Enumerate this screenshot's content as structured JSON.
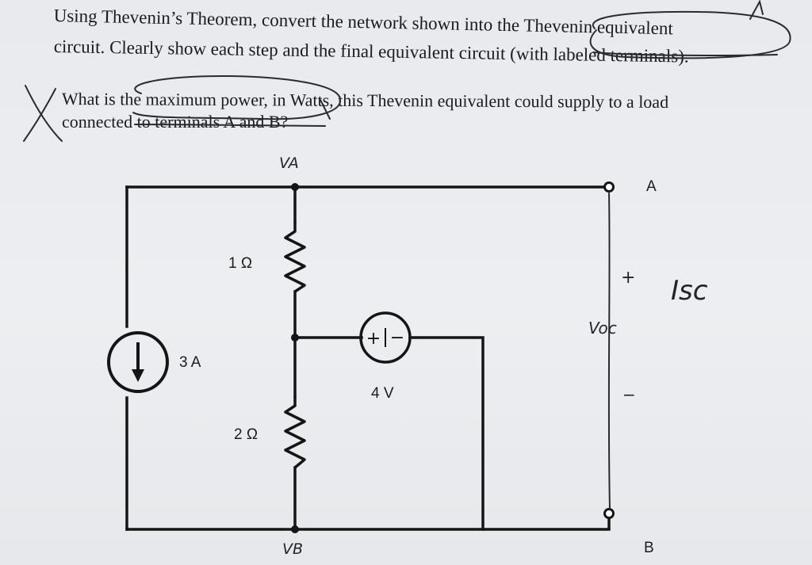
{
  "question": {
    "line1": "Using Thevenin’s Theorem, convert the network shown into the Thevenin equivalent",
    "line2": "circuit.  Clearly show each step and the final equivalent circuit (with labeled terminals).",
    "line3": "What is the maximum power, in Watts, this Thevenin equivalent could supply to a load",
    "line4": "connected to terminals A and B?"
  },
  "circuit": {
    "r1_label": "1 Ω",
    "r2_label": "2 Ω",
    "current_source_label": "3 A",
    "voltage_source_label": "4 V",
    "voltage_source_plus": "+",
    "voltage_source_minus": "−",
    "terminal_a": "A",
    "terminal_b": "B"
  },
  "annotations": {
    "va": "VA",
    "vb": "VB",
    "voc": "Voc",
    "voc_plus": "+",
    "voc_minus": "−",
    "isc": "Isc",
    "cross_mark": "X"
  },
  "colors": {
    "ink": "#1a1a1a",
    "pen": "#26262e",
    "paper": "#e9ebee"
  }
}
